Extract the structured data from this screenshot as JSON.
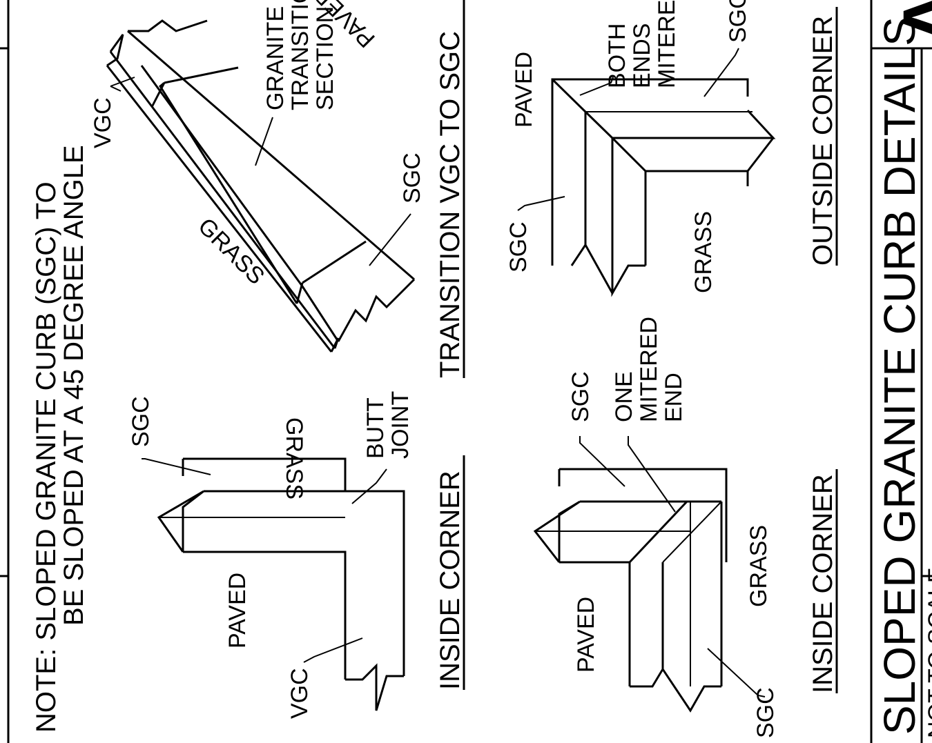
{
  "note": {
    "line1": "NOTE:  SLOPED GRANITE CURB (SGC) TO",
    "line2": "BE SLOPED AT A 45 DEGREE ANGLE"
  },
  "transition": {
    "vgc": "VGC",
    "sgc": "SGC",
    "grass": "GRASS",
    "paved": "PAVED",
    "section_line1": "GRANITE",
    "section_line2": "TRANSITION",
    "section_line3": "SECTION",
    "title": "TRANSITION VGC TO SGC"
  },
  "inside_corner_butt": {
    "sgc": "SGC",
    "grass": "GRASS",
    "butt_line1": "BUTT",
    "butt_line2": "JOINT",
    "paved": "PAVED",
    "vgc": "VGC",
    "title": "INSIDE CORNER"
  },
  "inside_corner_mitered": {
    "sgc_top": "SGC",
    "mitered_line1": "ONE",
    "mitered_line2": "MITERED",
    "mitered_line3": "END",
    "paved": "PAVED",
    "grass": "GRASS",
    "sgc_bottom": "SGC",
    "title": "INSIDE CORNER"
  },
  "outside_corner": {
    "paved": "PAVED",
    "both_line1": "BOTH",
    "both_line2": "ENDS",
    "both_line3": "MITERED",
    "sgc_right": "SGC",
    "sgc_left": "SGC",
    "grass": "GRASS",
    "title": "OUTSIDE CORNER"
  },
  "title_block": {
    "title": "SLOPED GRANITE CURB DETAILS",
    "sheet_letter": "A",
    "scale_note": "NOT TO SCALE"
  }
}
